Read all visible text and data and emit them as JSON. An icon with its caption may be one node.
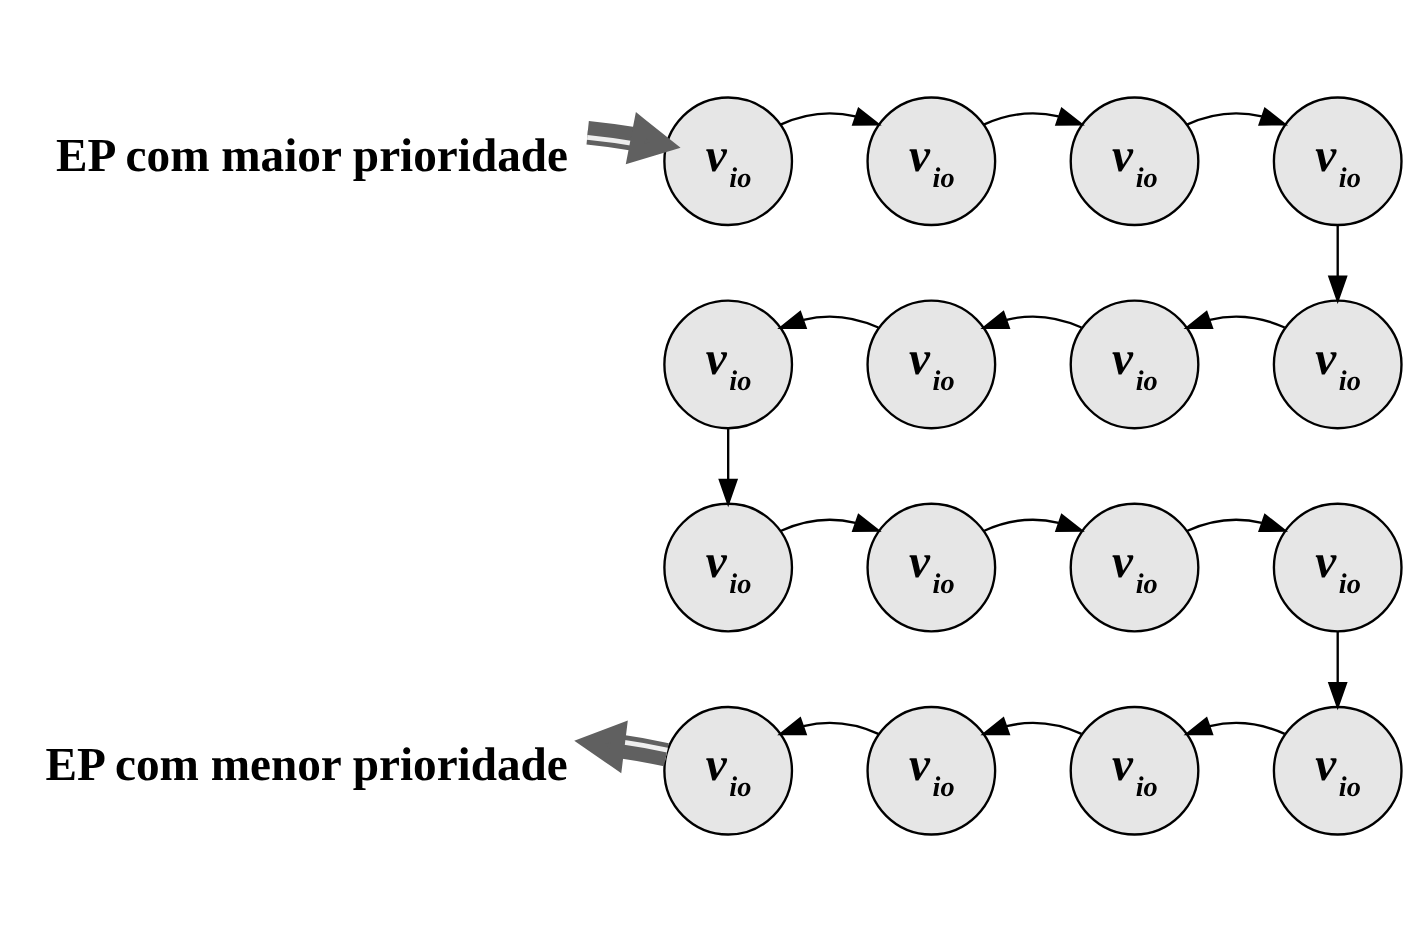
{
  "diagram": {
    "nodes": [
      {
        "text": [
          "EP com maior prioridade"
        ]
      },
      {
        "text": [
          "v$_{io}$"
        ]
      },
      {
        "text": [
          "v$_{io}$"
        ]
      },
      {
        "text": [
          "v$_{io}$"
        ]
      },
      {
        "text": [
          "v$_{io}$"
        ]
      },
      {
        "text": [
          "v$_{io}$"
        ]
      },
      {
        "text": [
          "v$_{io}$"
        ]
      },
      {
        "text": [
          "v$_{io}$"
        ]
      },
      {
        "text": [
          "v$_{io}$"
        ]
      },
      {
        "text": [
          "v$_{io}$"
        ]
      },
      {
        "text": [
          "v$_{io}$"
        ]
      },
      {
        "text": [
          "v$_{io}$"
        ]
      },
      {
        "text": [
          "v$_{io}$"
        ]
      },
      {
        "text": [
          "EP com menor prioridade"
        ]
      },
      {
        "text": [
          "v$_{io}$"
        ]
      },
      {
        "text": [
          "v$_{io}$"
        ]
      },
      {
        "text": [
          "v$_{io}$"
        ]
      },
      {
        "text": [
          "v$_{io}$"
        ]
      }
    ],
    "edges": [
      {
        "from": 0,
        "to": 1,
        "arrow": "to",
        "style": "thick",
        "color": "#606060"
      },
      {
        "from": 1,
        "to": 2,
        "arrow": "to"
      },
      {
        "from": 2,
        "to": 3,
        "arrow": "to"
      },
      {
        "from": 3,
        "to": 4,
        "arrow": "to"
      },
      {
        "from": 4,
        "to": 8,
        "arrow": "to"
      },
      {
        "from": 8,
        "to": 7,
        "arrow": "to"
      },
      {
        "from": 7,
        "to": 6,
        "arrow": "to"
      },
      {
        "from": 6,
        "to": 5,
        "arrow": "to"
      },
      {
        "from": 5,
        "to": 9,
        "arrow": "to"
      },
      {
        "from": 9,
        "to": 10,
        "arrow": "to"
      },
      {
        "from": 10,
        "to": 11,
        "arrow": "to"
      },
      {
        "from": 11,
        "to": 12,
        "arrow": "to"
      },
      {
        "from": 12,
        "to": 17,
        "arrow": "to"
      },
      {
        "from": 17,
        "to": 16,
        "arrow": "to"
      },
      {
        "from": 16,
        "to": 15,
        "arrow": "to"
      },
      {
        "from": 15,
        "to": 14,
        "arrow": "to"
      },
      {
        "from": 14,
        "to": 13,
        "arrow": "to",
        "style": "thick",
        "color": "#606060"
      }
    ]
  }
}
